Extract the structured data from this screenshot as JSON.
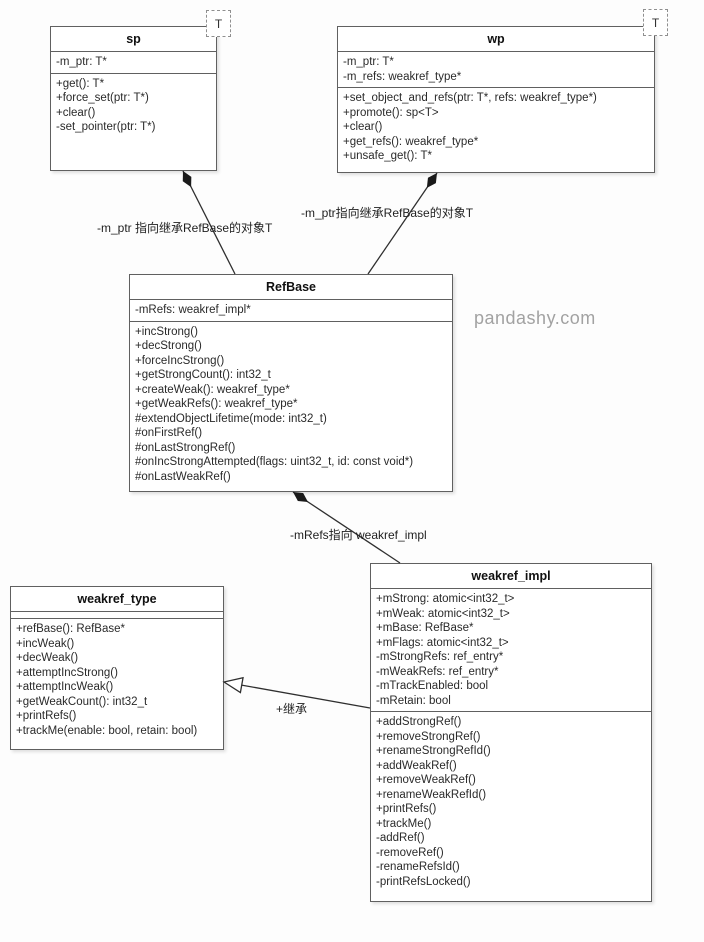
{
  "watermark": "pandashy.com",
  "colors": {
    "box_border": "#606060",
    "edge_line": "#2f2f2f",
    "diamond_fill": "#1a1a1a",
    "triangle_fill": "#ffffff",
    "watermark_text": "#a2a2a2"
  },
  "classes": [
    {
      "title": "sp",
      "template_param": "T",
      "attributes": [
        "-m_ptr: T*"
      ],
      "methods": [
        "+get(): T*",
        "+force_set(ptr: T*)",
        "+clear()",
        "-set_pointer(ptr: T*)"
      ]
    },
    {
      "title": "wp",
      "template_param": "T",
      "attributes": [
        "-m_ptr: T*",
        "-m_refs: weakref_type*"
      ],
      "methods": [
        "+set_object_and_refs(ptr: T*, refs: weakref_type*)",
        "+promote(): sp<T>",
        "+clear()",
        "+get_refs(): weakref_type*",
        "+unsafe_get(): T*"
      ]
    },
    {
      "title": "RefBase",
      "attributes": [
        "-mRefs: weakref_impl*"
      ],
      "methods": [
        "+incStrong()",
        "+decStrong()",
        "+forceIncStrong()",
        "+getStrongCount(): int32_t",
        "+createWeak(): weakref_type*",
        "+getWeakRefs(): weakref_type*",
        "#extendObjectLifetime(mode: int32_t)",
        "#onFirstRef()",
        "#onLastStrongRef()",
        "#onIncStrongAttempted(flags: uint32_t, id: const void*)",
        "#onLastWeakRef()"
      ]
    },
    {
      "title": "weakref_type",
      "attributes": [],
      "methods": [
        "+refBase(): RefBase*",
        "+incWeak()",
        "+decWeak()",
        "+attemptIncStrong()",
        "+attemptIncWeak()",
        "+getWeakCount(): int32_t",
        "+printRefs()",
        "+trackMe(enable: bool, retain: bool)"
      ]
    },
    {
      "title": "weakref_impl",
      "attributes": [
        "+mStrong: atomic<int32_t>",
        "+mWeak: atomic<int32_t>",
        "+mBase: RefBase*",
        "+mFlags: atomic<int32_t>",
        "-mStrongRefs: ref_entry*",
        "-mWeakRefs: ref_entry*",
        "-mTrackEnabled: bool",
        "-mRetain: bool"
      ],
      "methods": [
        "+addStrongRef()",
        "+removeStrongRef()",
        "+renameStrongRefId()",
        "+addWeakRef()",
        "+removeWeakRef()",
        "+renameWeakRefId()",
        "+printRefs()",
        "+trackMe()",
        "-addRef()",
        "-removeRef()",
        "-renameRefsId()",
        "-printRefsLocked()"
      ]
    }
  ],
  "relations": [
    {
      "type": "composition",
      "from": "sp",
      "to": "RefBase",
      "label": "-m_ptr 指向继承RefBase的对象T"
    },
    {
      "type": "composition",
      "from": "wp",
      "to": "RefBase",
      "label": "-m_ptr指向继承RefBase的对象T"
    },
    {
      "type": "composition",
      "from": "RefBase",
      "to": "weakref_impl",
      "label": "-mRefs指向 weakref_impl"
    },
    {
      "type": "inheritance",
      "from": "weakref_impl",
      "to": "weakref_type",
      "label": "+继承"
    }
  ]
}
